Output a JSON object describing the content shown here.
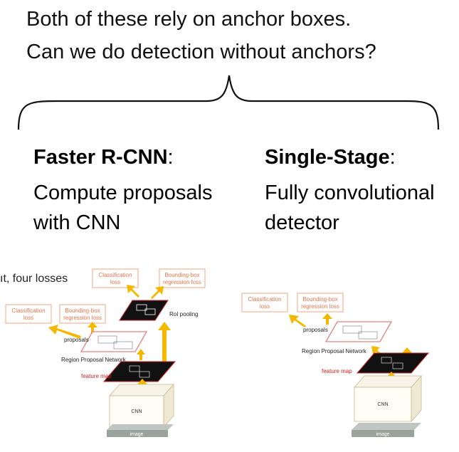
{
  "headline": {
    "line1": "Both of these rely on anchor boxes.",
    "line2": "Can we do detection without anchors?"
  },
  "left_column": {
    "title": "Faster R-CNN",
    "title_suffix": ":",
    "body_line1": "Compute proposals",
    "body_line2": "with CNN"
  },
  "right_column": {
    "title": "Single-Stage",
    "title_suffix": ":",
    "body_line1": "Fully convolutional",
    "body_line2": "detector"
  },
  "left_diagram": {
    "caption_cut": "ıt, four losses",
    "top_cls": [
      "Classification",
      "loss"
    ],
    "top_bbox": [
      "Bounding-box",
      "regression loss"
    ],
    "mid_cls": [
      "Classification",
      "loss"
    ],
    "mid_bbox": [
      "Bounding-box",
      "regression loss"
    ],
    "roi_label": "RoI pooling",
    "proposals_label": "proposals",
    "rpn_label": "Region Proposal Network",
    "feature_map_label": "feature map",
    "cnn_label": "CNN",
    "image_label": "image"
  },
  "right_diagram": {
    "cls": [
      "Classification",
      "loss"
    ],
    "bbox": [
      "Bounding-box",
      "regression loss"
    ],
    "proposals_label": "proposals",
    "rpn_label": "Region Proposal Network",
    "feature_map_label": "feature map",
    "cnn_label": "CNN",
    "image_label": "image"
  },
  "colors": {
    "arrow": "#f5b800",
    "loss_border": "#f4a582",
    "loss_text": "#e8734a",
    "feature_map": "#cc2222",
    "frame": "#e06060"
  }
}
